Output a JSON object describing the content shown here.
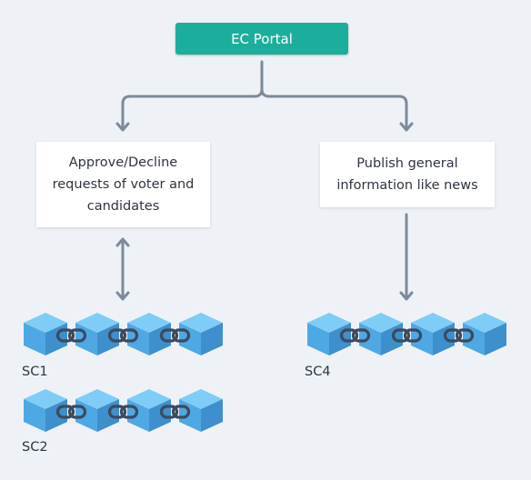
{
  "top": {
    "label": "EC Portal"
  },
  "left_box": {
    "lines": [
      "Approve/Decline",
      "requests of voter and",
      "candidates"
    ]
  },
  "right_box": {
    "lines": [
      "Publish general",
      "information like news"
    ]
  },
  "chains": {
    "sc1": "SC1",
    "sc2": "SC2",
    "sc4": "SC4"
  },
  "colors": {
    "portal": "#1cae9c",
    "arrow": "#7e8a99",
    "cube_top": "#7fcdf6",
    "cube_left": "#4ea8e4",
    "cube_right": "#3e8fce",
    "link": "#3d4a5c"
  }
}
